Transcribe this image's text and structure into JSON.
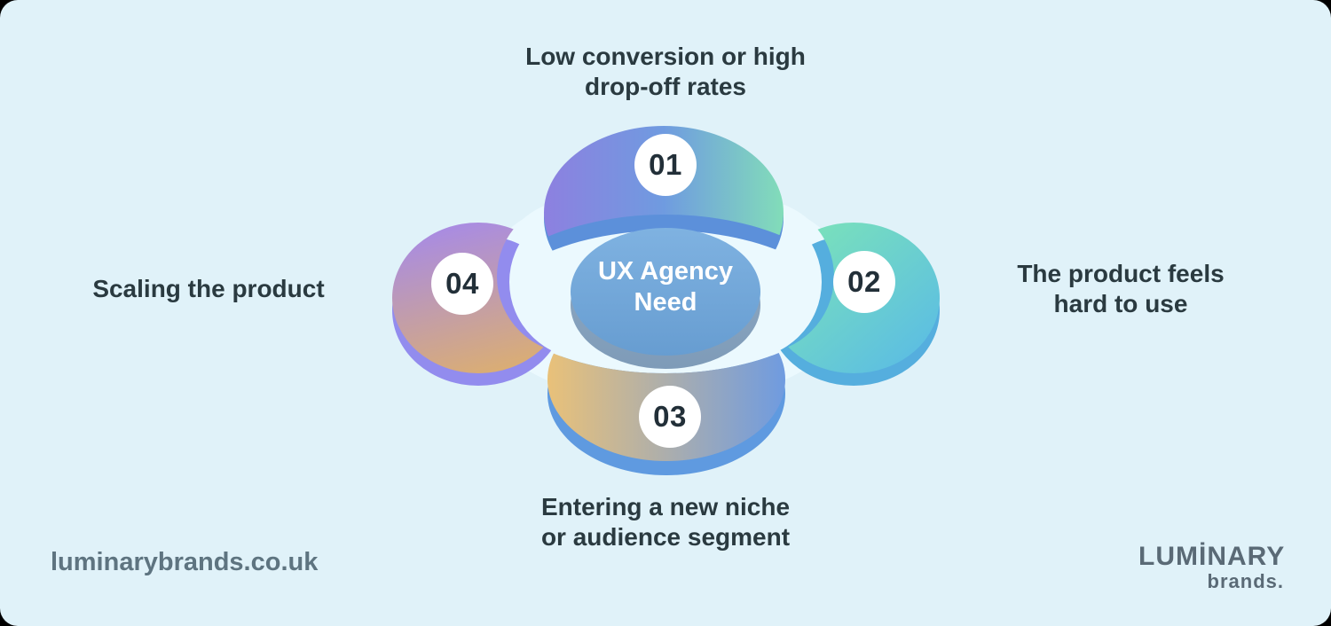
{
  "page": {
    "background_color": "#e0f2f9",
    "outside_color": "#000000"
  },
  "diagram": {
    "center": {
      "title_line1": "UX Agency",
      "title_line2": "Need"
    },
    "items": [
      {
        "number": "01",
        "position": "top",
        "label_line1": "Low conversion or high",
        "label_line2": "drop-off rates"
      },
      {
        "number": "02",
        "position": "right",
        "label_line1": "The product feels",
        "label_line2": "hard to use"
      },
      {
        "number": "03",
        "position": "bottom",
        "label_line1": "Entering a new niche",
        "label_line2": "or audience segment"
      },
      {
        "number": "04",
        "position": "left",
        "label_line1": "Scaling the product",
        "label_line2": ""
      }
    ]
  },
  "footer": {
    "website": "luminarybrands.co.uk",
    "logo_line1": "LUMİNARY",
    "logo_line2": "brands."
  },
  "colors": {
    "background": "#e0f2f9",
    "halo": "#ebf9fe",
    "petal_top_gradient": [
      "#8d80e0",
      "#6f9be0",
      "#82ddb9"
    ],
    "petal_top_rim": "#5c90da",
    "petal_right_gradient": [
      "#7fe7b4",
      "#58b9e8"
    ],
    "petal_right_rim": "#55aede",
    "petal_bottom_gradient": [
      "#e9c179",
      "#6f9be0"
    ],
    "petal_bottom_rim": "#5f9ae0",
    "petal_left_gradient": [
      "#a88be4",
      "#dbae72"
    ],
    "petal_left_rim": "#928cee",
    "disc_top": "#7fb2e1",
    "disc_bottom": "#679dd1",
    "disc_rim_top": "#90aac3",
    "disc_rim_bottom": "#7e9bb8",
    "badge_background": "#ffffff",
    "badge_text": "#222f38",
    "center_text": "#ffffff",
    "label_text": "#2a3a40",
    "website_text": "#5e7480",
    "logo_text": "#5a6a76"
  }
}
